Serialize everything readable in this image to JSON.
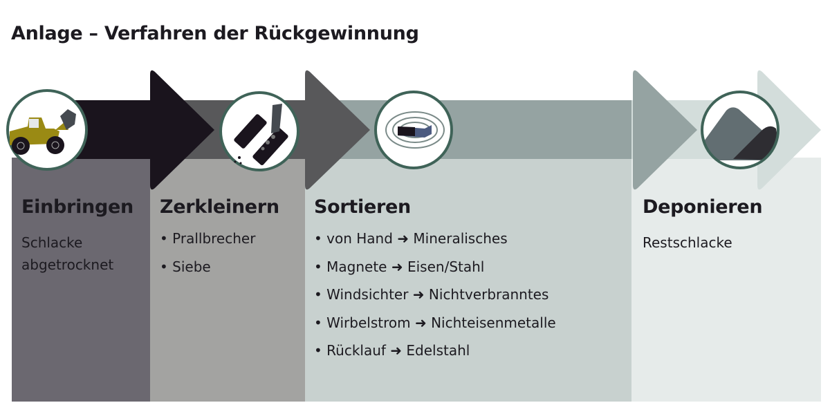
{
  "title": "Anlage – Verfahren der Rückgewinnung",
  "colors": {
    "ring": "#3f6358",
    "col1": "#6b6870",
    "col2": "#a3a3a1",
    "col3": "#c8d1cf",
    "col4": "#e6ebea"
  },
  "steps": [
    {
      "heading": "Einbringen",
      "text": [
        "Schlacke",
        "abgetrocknet"
      ],
      "icon": "wheel-loader-icon"
    },
    {
      "heading": "Zerkleinern",
      "items": [
        "• Prallbrecher",
        "• Siebe"
      ],
      "icon": "crusher-icon"
    },
    {
      "heading": "Sortieren",
      "items": [
        {
          "from": "• von Hand",
          "arrow": "➜",
          "to": "Mineralisches"
        },
        {
          "from": "• Magnete",
          "arrow": "➜",
          "to": "Eisen/Stahl"
        },
        {
          "from": "• Windsichter",
          "arrow": "➜",
          "to": "Nichtverbranntes"
        },
        {
          "from": "• Wirbelstrom",
          "arrow": "➜",
          "to": "Nichteisenmetalle"
        },
        {
          "from": "• Rücklauf",
          "arrow": "➜",
          "to": "Edelstahl"
        }
      ],
      "icon": "magnet-icon"
    },
    {
      "heading": "Deponieren",
      "text": [
        "Restschlacke"
      ],
      "icon": "slag-heap-icon"
    }
  ]
}
